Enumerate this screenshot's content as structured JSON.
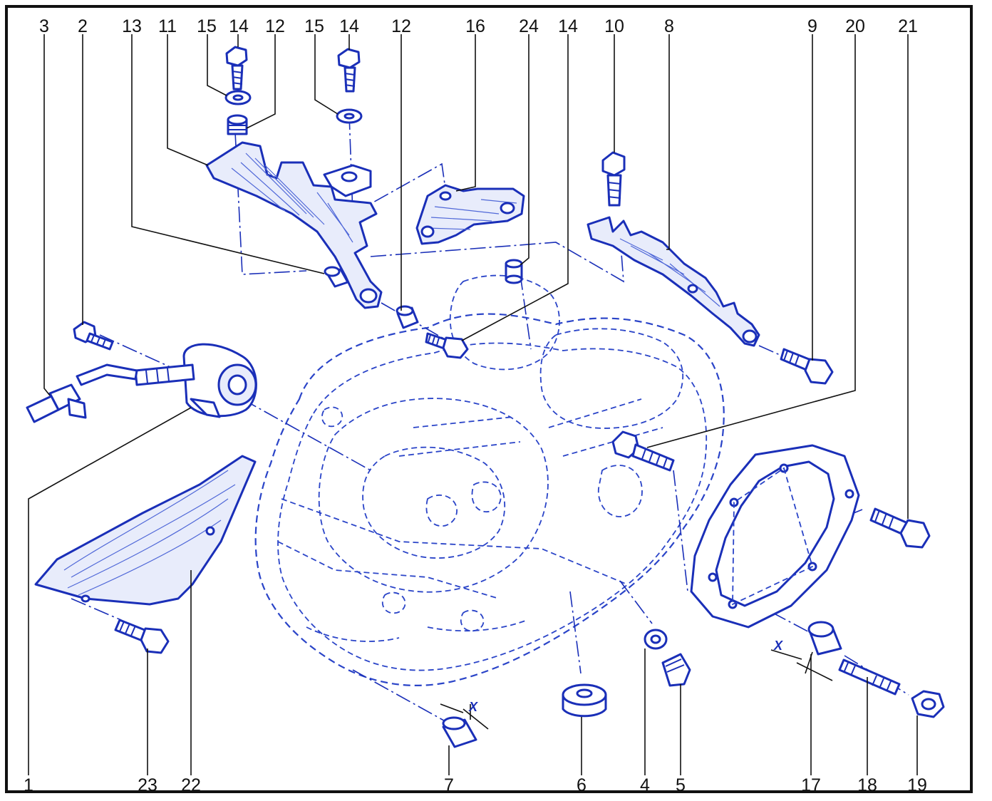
{
  "callouts_top": [
    "3",
    "2",
    "13",
    "11",
    "15",
    "14",
    "12",
    "15",
    "14",
    "12",
    "16",
    "24",
    "14",
    "10",
    "8",
    "9",
    "20",
    "21"
  ],
  "callouts_bottom": [
    "1",
    "23",
    "22",
    "7",
    "6",
    "4",
    "5",
    "17",
    "18",
    "19"
  ],
  "dimension_marks": [
    "X",
    "X"
  ],
  "colors": {
    "line": "#1a2fb8",
    "text": "#111111",
    "frame": "#111111",
    "background": "#ffffff"
  }
}
